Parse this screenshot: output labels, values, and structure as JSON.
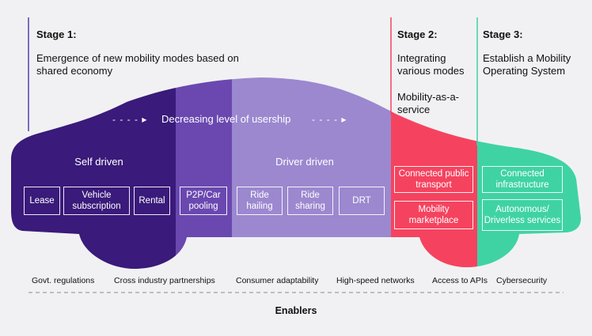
{
  "stages": [
    {
      "title": "Stage 1:",
      "description": "Emergence of new mobility modes based on shared economy"
    },
    {
      "title": "Stage 2:",
      "description": "Integrating various modes",
      "extra": "Mobility-as-a-service"
    },
    {
      "title": "Stage 3:",
      "description": "Establish a Mobility Operating System"
    }
  ],
  "usership": {
    "label": "Decreasing level of usership",
    "arrow_left": "- - - - ▸",
    "arrow_right": "- - - - ▸"
  },
  "segments": {
    "self_driven": {
      "title": "Self driven",
      "boxes": [
        "Lease",
        "Vehicle subscription",
        "Rental",
        "P2P/Car pooling"
      ]
    },
    "driver_driven": {
      "title": "Driver driven",
      "boxes": [
        "Ride hailing",
        "Ride sharing",
        "DRT"
      ]
    },
    "stage2_boxes": [
      "Connected public transport",
      "Mobility marketplace"
    ],
    "stage3_boxes": [
      "Connected infrastructure",
      "Autonomous/ Driverless services"
    ]
  },
  "enablers": {
    "title": "Enablers",
    "items": [
      "Govt. regulations",
      "Cross industry partnerships",
      "Consumer adaptability",
      "High-speed networks",
      "Access to APIs",
      "Cybersecurity"
    ]
  },
  "colors": {
    "background": "#f1f1f3",
    "dark_purple": "#3a1a7a",
    "mid_purple": "#6a48b0",
    "light_purple": "#9b88cf",
    "red": "#f5435f",
    "green": "#3fd3a3",
    "stage1_line": "#5b3fb0",
    "stage2_line": "#f5435f",
    "stage3_line": "#3fd3a3"
  }
}
